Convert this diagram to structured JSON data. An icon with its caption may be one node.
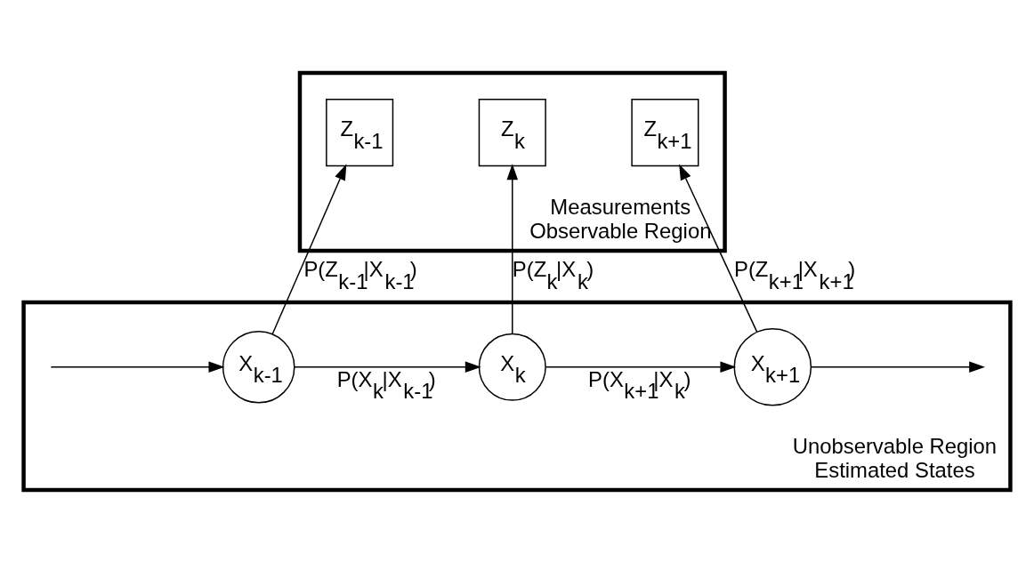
{
  "diagram": {
    "nodes": [
      {
        "text": [
          "Measurements",
          "Observable Region"
        ]
      },
      {
        "text": [
          "Z$_{k-1}$"
        ],
        "in": 0
      },
      {
        "text": [
          "Z$_{k}$"
        ],
        "in": 0
      },
      {
        "text": [
          "Z$_{k+1}$"
        ],
        "in": 0
      },
      {
        "text": [
          "Unobservable Region",
          "Estimated States"
        ]
      },
      {
        "text": [
          "X$_{k-1}$"
        ],
        "in": 4
      },
      {
        "text": [
          "X$_{k}$"
        ],
        "in": 4
      },
      {
        "text": [
          "X$_{k+1}$"
        ],
        "in": 4
      }
    ],
    "edges": [
      {
        "from": null,
        "to": 5,
        "arrow": "to"
      },
      {
        "from": 5,
        "to": 6,
        "arrow": "to",
        "label": "P(X$_{k}$|X$_{k-1}$)"
      },
      {
        "from": 6,
        "to": 7,
        "arrow": "to",
        "label": "P(X$_{k+1}$|X$_{k}$)"
      },
      {
        "from": 7,
        "to": null,
        "arrow": "to"
      },
      {
        "from": 5,
        "to": 1,
        "arrow": "to",
        "label": "P(Z$_{k-1}$|X$_{k-1}$)"
      },
      {
        "from": 6,
        "to": 2,
        "arrow": "to",
        "label": "P(Z$_{k}$|X$_{k}$)"
      },
      {
        "from": 7,
        "to": 3,
        "arrow": "to",
        "label": "P(Z$_{k+1}$|X$_{k+1}$)"
      }
    ]
  }
}
